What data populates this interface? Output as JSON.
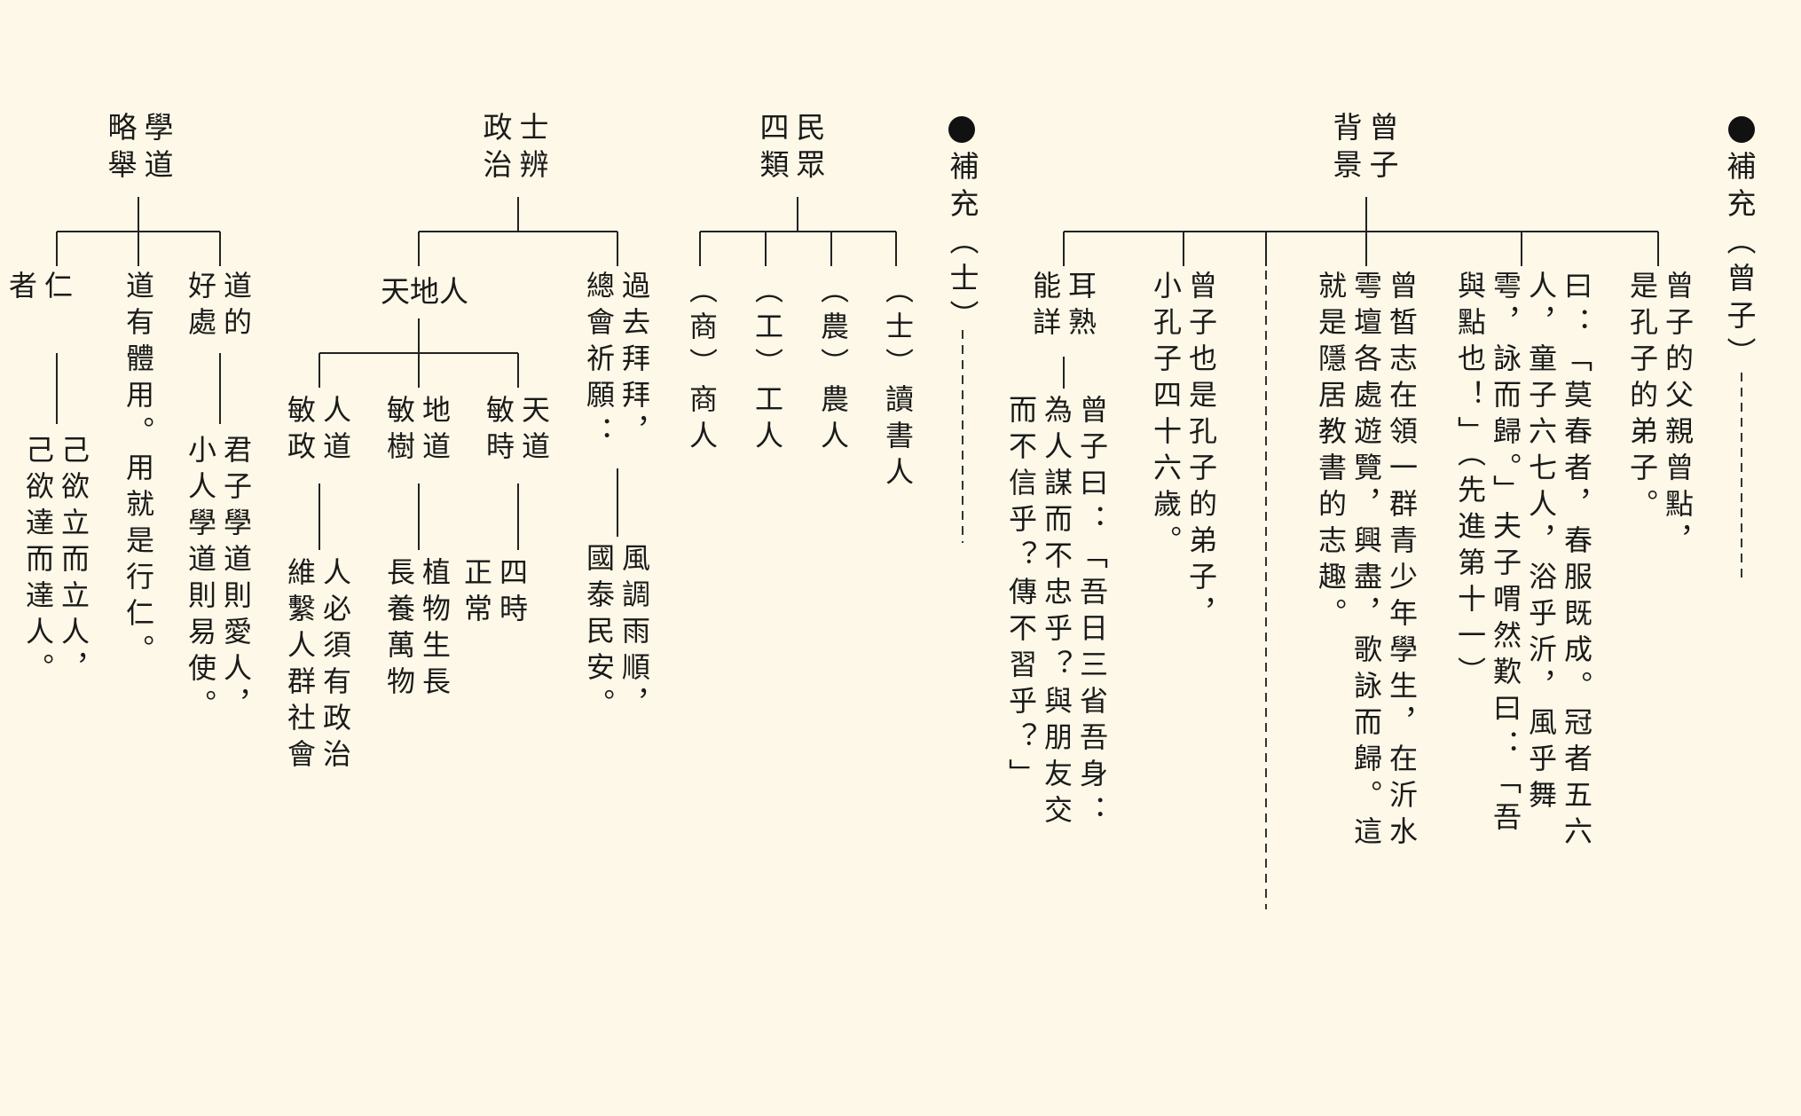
{
  "section1": {
    "heading": "補充（曾子）",
    "root": "曾子\n背景",
    "leaves": [
      "曾子的父親曾點，\n是孔子的弟子。",
      "曰：「莫春者，春服既成。冠者五六\n人，童子六七人，浴乎沂，風乎舞\n雩，詠而歸。」夫子喟然歎曰：「吾\n與點也！」（先進第十一）",
      "曾皙志在領一群青少年學生，在沂水\n雩壇各處遊覽，興盡，歌詠而歸。這\n就是隱居教書的志趣。",
      "曾子也是孔子的弟子，\n小孔子四十六歲。",
      "耳熟\n能詳",
      "曾子曰：「吾日三省吾身：\n為人謀而不忠乎？與朋友交\n而不信乎？傳不習乎？」"
    ]
  },
  "section2": {
    "heading": "補充（士）",
    "root": "民眾\n四類",
    "leaves": [
      "（士）讀書人",
      "（農）農人",
      "（工）工人",
      "（商）商人"
    ]
  },
  "section3": {
    "root": "士辨\n政治",
    "past_label": "過去拜拜，\n總會祈願：",
    "past_detail": "風調雨順，\n國泰民安。",
    "tiandiren": "天地人",
    "tian_label": "天道\n敏時",
    "tian_detail": "四時\n正常",
    "di_label": "地道\n敏樹",
    "di_detail": "植物生長\n長養萬物",
    "ren_label": "人道\n敏政",
    "ren_detail": "人必須有政治\n維繫人群社會"
  },
  "section4": {
    "root": "學道\n略舉",
    "a_label": "道的\n好處",
    "a_detail": "君子學道則愛人，\n小人學道則易使。",
    "b_label": "道有體用。用就是行仁。",
    "c_label": "仁\n者",
    "c_detail": "己欲立而立人，\n己欲達而達人。"
  }
}
